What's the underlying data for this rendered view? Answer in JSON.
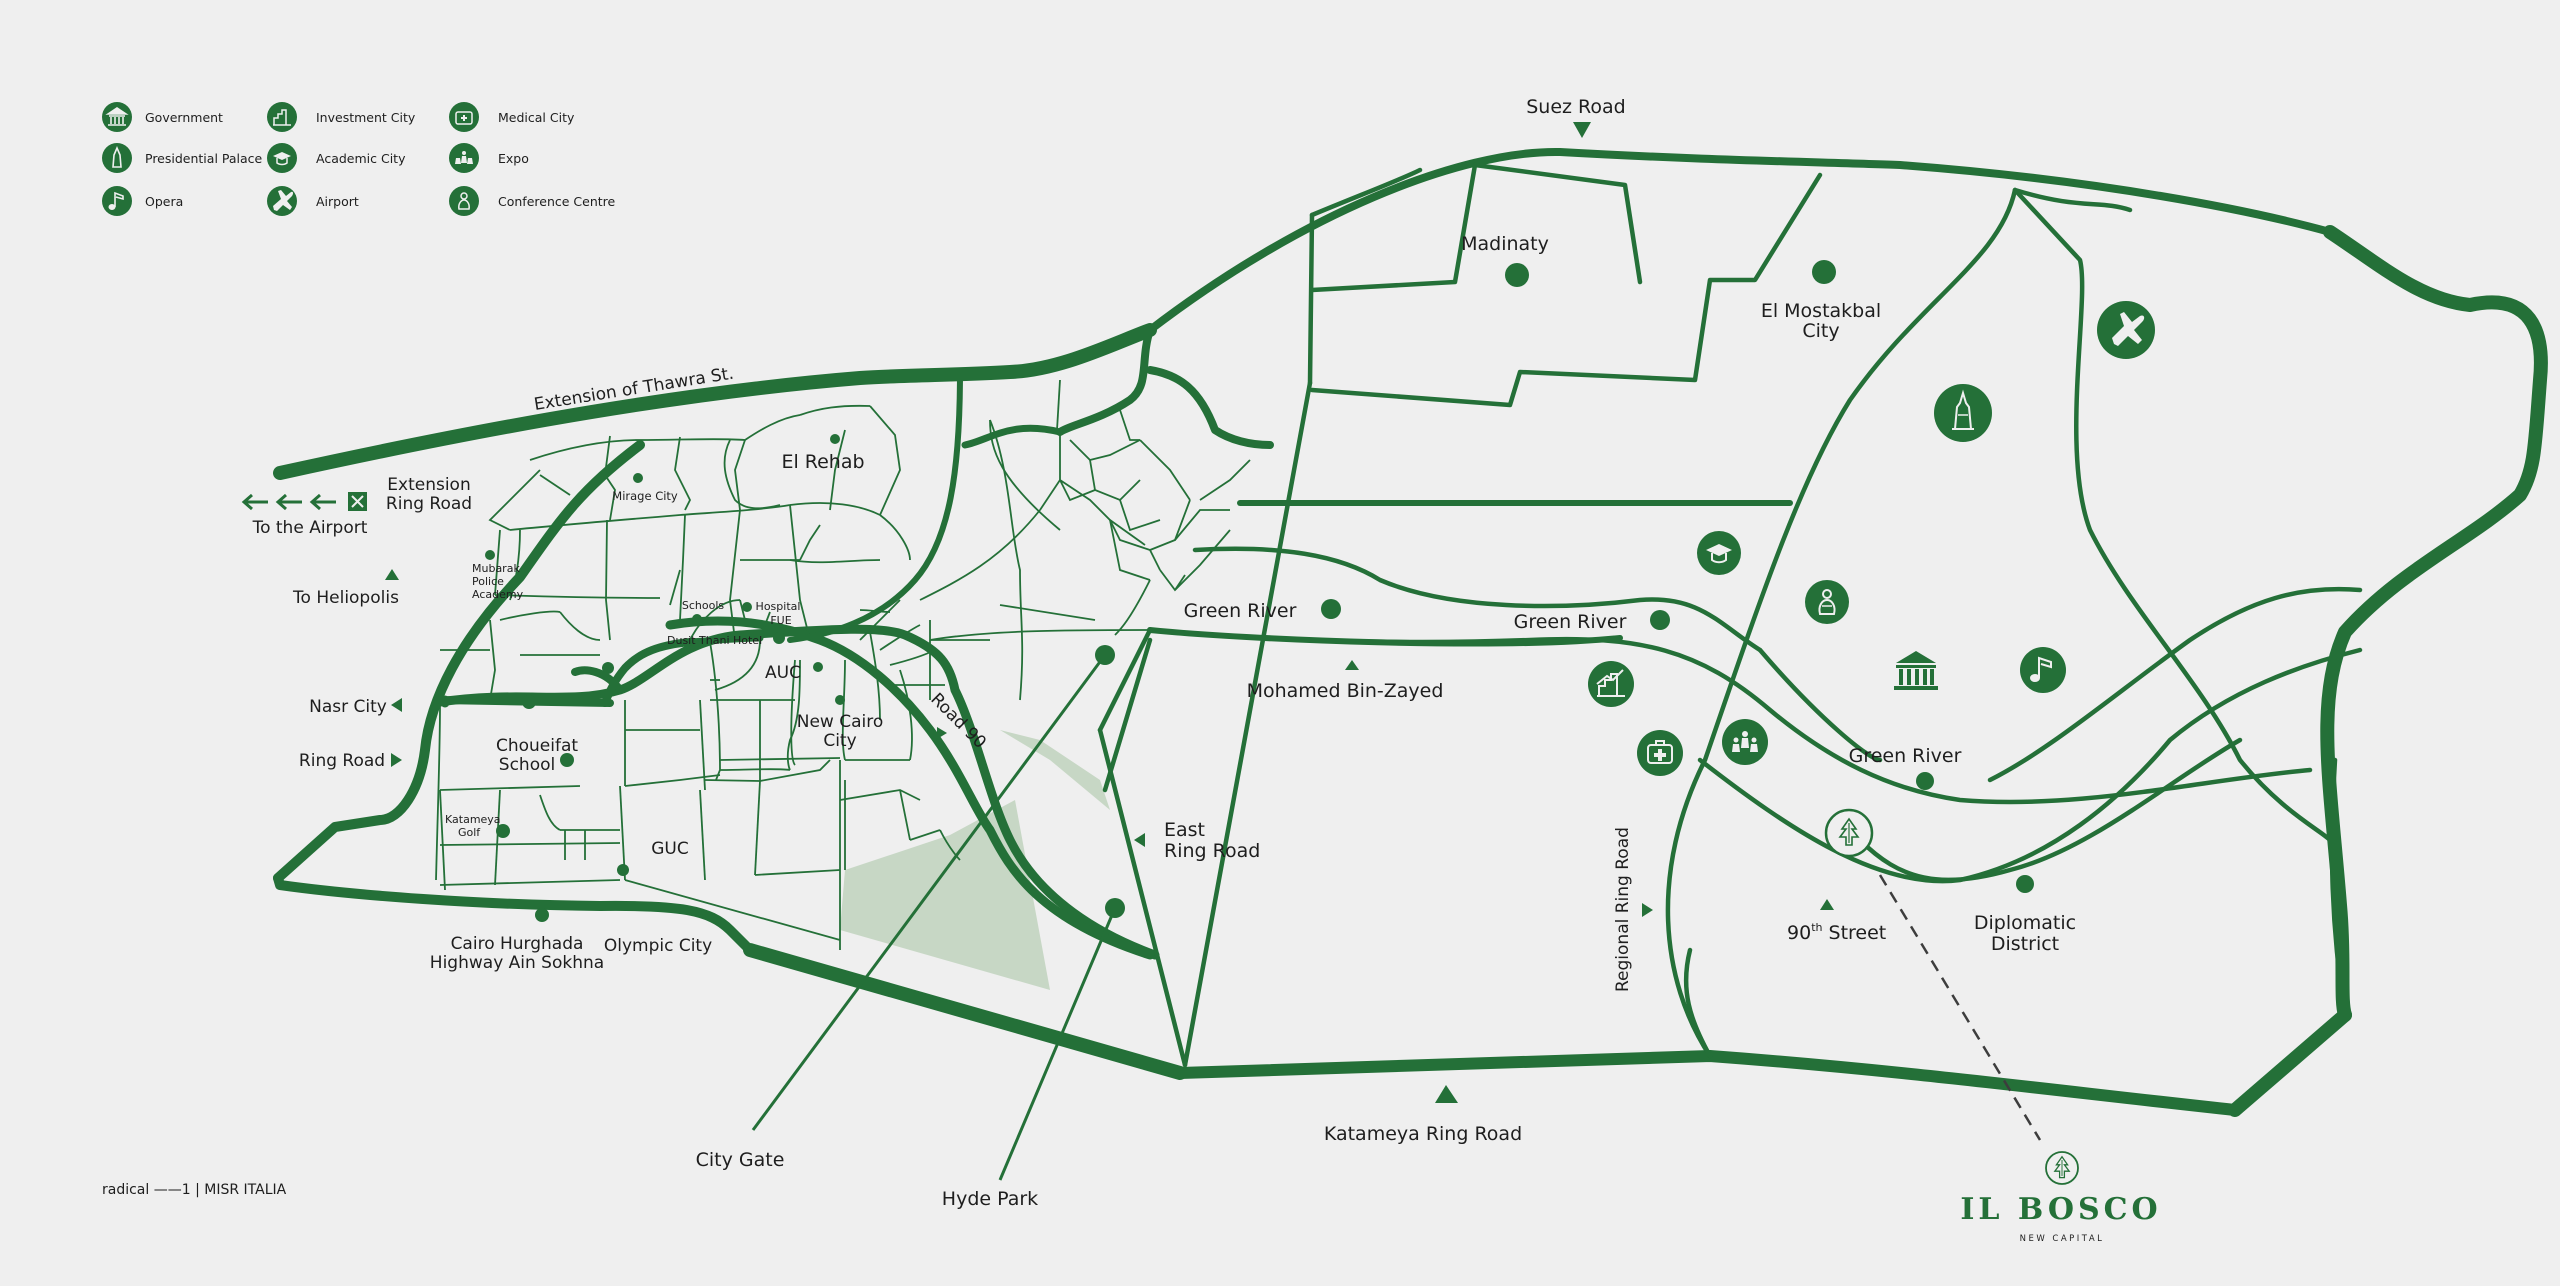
{
  "colors": {
    "background": "#efefef",
    "road": "#247038",
    "pin": "#247038",
    "park": "#c7d7c5",
    "text": "#1e1e1e"
  },
  "legend": [
    {
      "icon": "government-icon",
      "label": "Government"
    },
    {
      "icon": "presidential-palace-icon",
      "label": "Presidential Palace"
    },
    {
      "icon": "opera-icon",
      "label": "Opera"
    },
    {
      "icon": "investment-city-icon",
      "label": "Investment City"
    },
    {
      "icon": "academic-city-icon",
      "label": "Academic City"
    },
    {
      "icon": "airport-icon",
      "label": "Airport"
    },
    {
      "icon": "medical-city-icon",
      "label": "Medical City"
    },
    {
      "icon": "expo-icon",
      "label": "Expo"
    },
    {
      "icon": "conference-centre-icon",
      "label": "Conference Centre"
    }
  ],
  "labels": {
    "suez_road": "Suez Road",
    "madinaty": "Madinaty",
    "el_mostakbal_l1": "El Mostakbal",
    "el_mostakbal_l2": "City",
    "thawra": "Extension of Thawra St.",
    "el_rehab": "El Rehab",
    "mirage_city": "Mirage City",
    "extension_ring_l1": "Extension",
    "extension_ring_l2": "Ring Road",
    "to_airport": "To the Airport",
    "mubarak_l1": "Mubarak",
    "mubarak_l2": "Police",
    "mubarak_l3": "Academy",
    "to_heliopolis": "To Heliopolis",
    "schools": "Schools",
    "hospital_l1": "Hospital",
    "hospital_l2": "FUE",
    "dusit": "Dusit Thani Hotel",
    "auc": "AUC",
    "nasr_city": "Nasr City",
    "new_cairo_l1": "New Cairo",
    "new_cairo_l2": "City",
    "road90": "Road 90",
    "choueifat_l1": "Choueifat",
    "choueifat_l2": "School",
    "ring_road": "Ring Road",
    "katameya_golf_l1": "Katameya",
    "katameya_golf_l2": "Golf",
    "guc": "GUC",
    "cairo_hurghada_l1": "Cairo Hurghada",
    "cairo_hurghada_l2": "Highway Ain Sokhna",
    "olympic_city": "Olympic City",
    "green_river_1": "Green River",
    "green_river_2": "Green River",
    "green_river_3": "Green River",
    "mbz": "Mohamed Bin-Zayed",
    "east_ring_l1": "East",
    "east_ring_l2": "Ring Road",
    "regional_ring": "Regional Ring Road",
    "street90": "90",
    "street90_sup": "th",
    "street90_rest": " Street",
    "diplomatic_l1": "Diplomatic",
    "diplomatic_l2": "District",
    "katameya_ring": "Katameya Ring Road",
    "city_gate": "City Gate",
    "hyde_park": "Hyde Park"
  },
  "footer": {
    "credit": "radical ——1 | MISR ITALIA"
  },
  "brand": {
    "name": "IL BOSCO",
    "sub": "NEW CAPITAL"
  }
}
